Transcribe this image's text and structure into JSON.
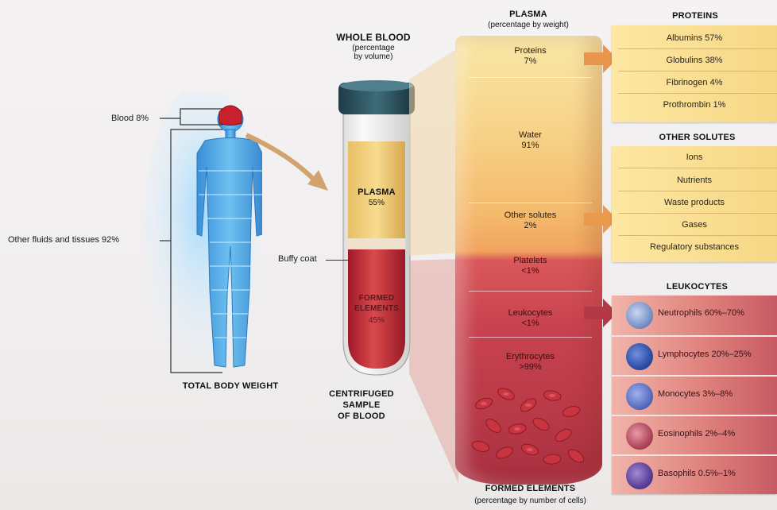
{
  "body_labels": {
    "blood": "Blood 8%",
    "other_fluids": "Other fluids and tissues 92%",
    "title": "TOTAL BODY WEIGHT"
  },
  "whole_blood": {
    "title": "WHOLE BLOOD",
    "subtitle_1": "(percentage",
    "subtitle_2": "by volume)",
    "plasma_label": "PLASMA",
    "plasma_value": "55%",
    "buffy_coat": "Buffy coat",
    "formed_label_1": "FORMED",
    "formed_label_2": "ELEMENTS",
    "formed_value": "45%",
    "caption_1": "CENTRIFUGED",
    "caption_2": "SAMPLE",
    "caption_3": "OF BLOOD"
  },
  "plasma_col": {
    "title": "PLASMA",
    "subtitle": "(percentage by weight)",
    "proteins_label": "Proteins",
    "proteins_value": "7%",
    "water_label": "Water",
    "water_value": "91%",
    "other_label": "Other solutes",
    "other_value": "2%",
    "platelets_label": "Platelets",
    "platelets_value": "<1%",
    "leukocytes_label": "Leukocytes",
    "leukocytes_value": "<1%",
    "erythrocytes_label": "Erythrocytes",
    "erythrocytes_value": ">99%",
    "footer_title": "FORMED ELEMENTS",
    "footer_subtitle": "(percentage by number of cells)"
  },
  "proteins": {
    "title": "PROTEINS",
    "items": [
      "Albumins 57%",
      "Globulins 38%",
      "Fibrinogen 4%",
      "Prothrombin 1%"
    ]
  },
  "other_solutes": {
    "title": "OTHER SOLUTES",
    "items": [
      "Ions",
      "Nutrients",
      "Waste products",
      "Gases",
      "Regulatory substances"
    ]
  },
  "leukocytes": {
    "title": "LEUKOCYTES",
    "items": [
      {
        "label": "Neutrophils 60%–70%",
        "color": "#7a93c9"
      },
      {
        "label": "Lymphocytes 20%–25%",
        "color": "#2f4fa6"
      },
      {
        "label": "Monocytes 3%–8%",
        "color": "#5a6fc0"
      },
      {
        "label": "Eosinophils 2%–4%",
        "color": "#b0485c"
      },
      {
        "label": "Basophils 0.5%–1%",
        "color": "#5c3f99"
      }
    ]
  }
}
